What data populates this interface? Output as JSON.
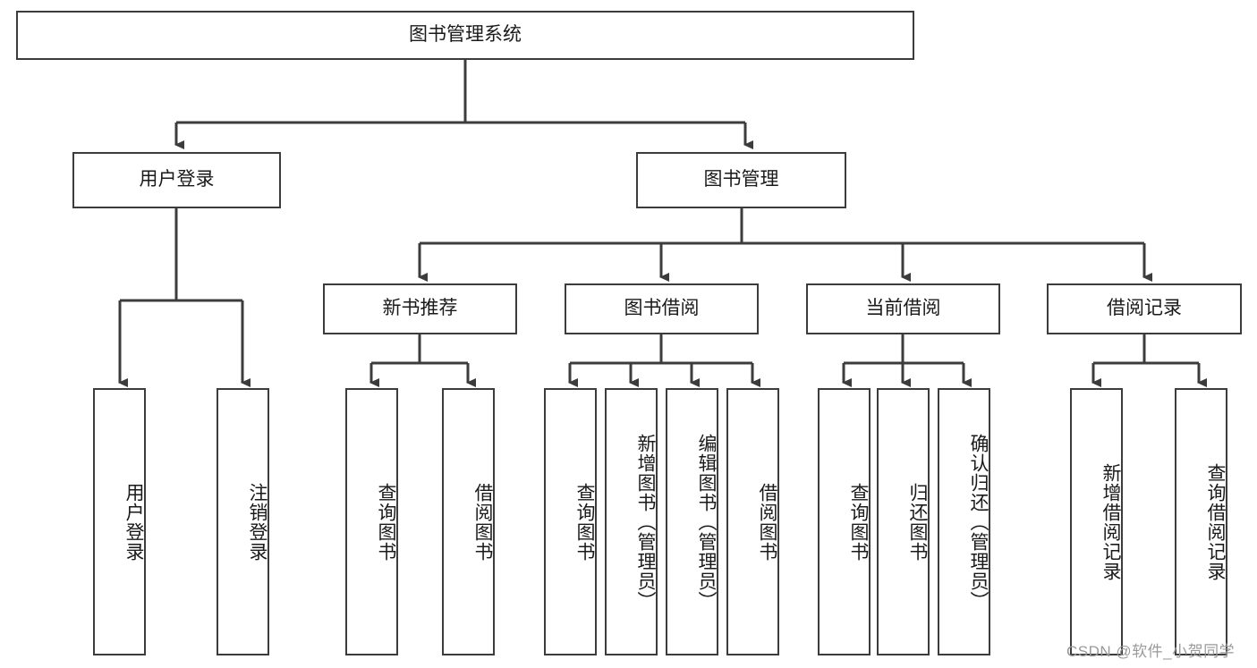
{
  "diagram": {
    "title": "图书管理系统",
    "type": "tree-hierarchy-diagram",
    "colors": {
      "box_border": "#3c3c3c",
      "box_fill": "#ffffff",
      "connector": "#3c3c3c",
      "text": "#1a1a1a",
      "watermark": "#9a9a9a"
    },
    "nodes": {
      "root": {
        "label": "图书管理系统"
      },
      "level2": [
        {
          "label": "用户登录"
        },
        {
          "label": "图书管理"
        }
      ],
      "level3": [
        {
          "label": "新书推荐"
        },
        {
          "label": "图书借阅"
        },
        {
          "label": "当前借阅"
        },
        {
          "label": "借阅记录"
        }
      ],
      "leaves": {
        "user_login": [
          {
            "label": "用户登录"
          },
          {
            "label": "注销登录"
          }
        ],
        "new_book_recommend": [
          {
            "label": "查询图书"
          },
          {
            "label": "借阅图书"
          }
        ],
        "book_borrow": [
          {
            "label": "查询图书"
          },
          {
            "label": "新增图书（管理员）"
          },
          {
            "label": "编辑图书（管理员）"
          },
          {
            "label": "借阅图书"
          }
        ],
        "current_borrow": [
          {
            "label": "查询图书"
          },
          {
            "label": "归还图书"
          },
          {
            "label": "确认归还（管理员）"
          }
        ],
        "borrow_record": [
          {
            "label": "新增借阅记录"
          },
          {
            "label": "查询借阅记录"
          }
        ]
      }
    }
  },
  "watermark": {
    "text": "CSDN @软件_小贺同学"
  }
}
